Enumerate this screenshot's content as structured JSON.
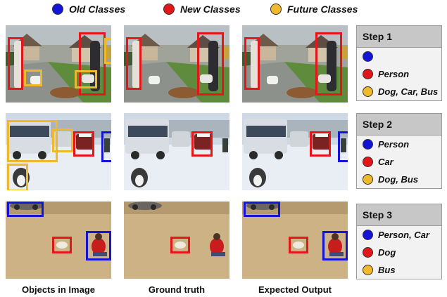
{
  "colors": {
    "old": "#1414d8",
    "new": "#e3161a",
    "future": "#f0b92c"
  },
  "legend": {
    "old": "Old Classes",
    "new": "New Classes",
    "future": "Future Classes"
  },
  "steps": [
    {
      "title": "Step 1",
      "old": "",
      "new": "Person",
      "future": "Dog, Car, Bus"
    },
    {
      "title": "Step 2",
      "old": "Person",
      "new": "Car",
      "future": "Dog, Bus"
    },
    {
      "title": "Step 3",
      "old": "Person, Car",
      "new": "Dog",
      "future": "Bus"
    }
  ],
  "captions": {
    "objects": "Objects in Image",
    "ground_truth": "Ground truth",
    "expected": "Expected Output"
  }
}
